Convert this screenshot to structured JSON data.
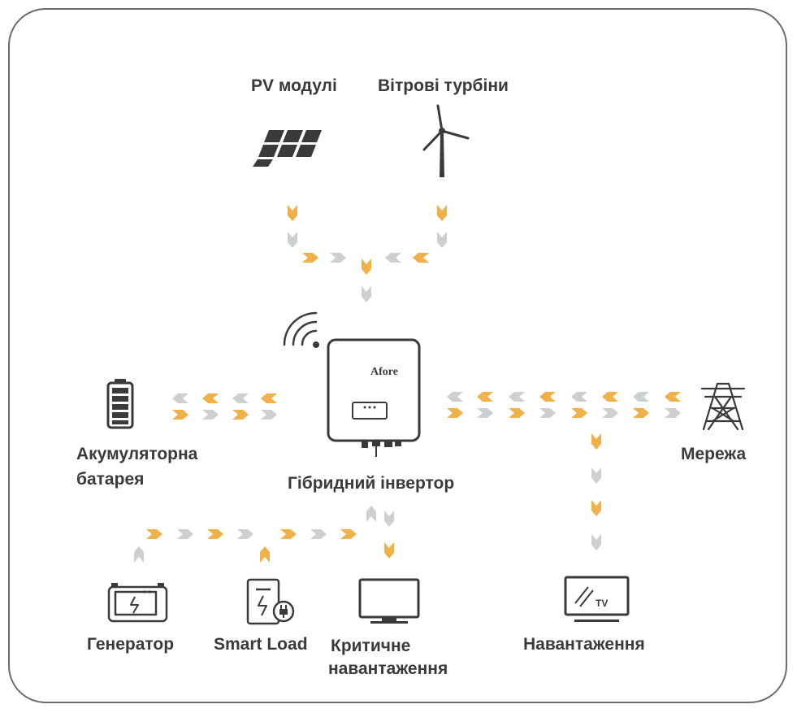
{
  "labels": {
    "pv": "PV модулі",
    "wind": "Вітрові турбіни",
    "battery_line1": "Акумуляторна",
    "battery_line2": "батарея",
    "inverter": "Гібридний інвертор",
    "grid": "Мережа",
    "generator": "Генератор",
    "smart_load": "Smart Load",
    "critical_line1": "Критичне",
    "critical_line2": "навантаження",
    "load": "Навантаження"
  },
  "inverter": {
    "brand": "Afore"
  },
  "tv_icon": {
    "text": "TV"
  },
  "colors": {
    "orange": "#f0b04a",
    "gray": "#cdd0d3",
    "dark": "#3a3a3a",
    "frame": "#6b6b6b"
  }
}
